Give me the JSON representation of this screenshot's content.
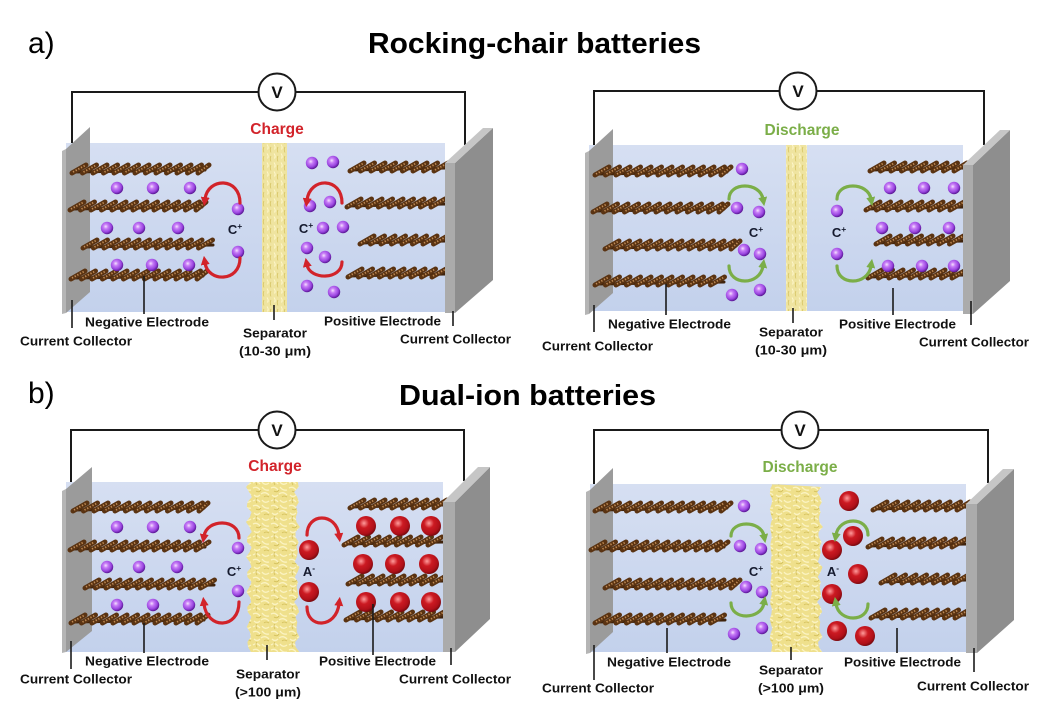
{
  "figure": {
    "colors": {
      "charge": "#d2232a",
      "discharge": "#7bae48",
      "cation": "#9a45e0",
      "anion": "#cc1a22",
      "electrolyte": "#cdd9f0",
      "separator": "#efe3a0",
      "electrode": "#5a3312",
      "current_collector": "#9b9b9b"
    },
    "sections": [
      {
        "label": "a)",
        "title": "Rocking-chair batteries",
        "cells": [
          {
            "process": "Charge",
            "process_color": "#d2232a",
            "meter": "V",
            "labels": {
              "current_collector_left": "Current Collector",
              "negative_electrode": "Negative Electrode",
              "separator": "Separator",
              "separator_thickness": "(10-30 μm)",
              "positive_electrode": "Positive Electrode",
              "current_collector_right": "Current Collector"
            },
            "ion_labels": [
              {
                "symbol": "C",
                "charge": "+"
              },
              {
                "symbol": "C",
                "charge": "+"
              }
            ]
          },
          {
            "process": "Discharge",
            "process_color": "#7bae48",
            "meter": "V",
            "labels": {
              "current_collector_left": "Current Collector",
              "negative_electrode": "Negative Electrode",
              "separator": "Separator",
              "separator_thickness": "(10-30 μm)",
              "positive_electrode": "Positive Electrode",
              "current_collector_right": "Current Collector"
            },
            "ion_labels": [
              {
                "symbol": "C",
                "charge": "+"
              },
              {
                "symbol": "C",
                "charge": "+"
              }
            ]
          }
        ]
      },
      {
        "label": "b)",
        "title": "Dual-ion batteries",
        "cells": [
          {
            "process": "Charge",
            "process_color": "#d2232a",
            "meter": "V",
            "labels": {
              "current_collector_left": "Current Collector",
              "negative_electrode": "Negative Electrode",
              "separator": "Separator",
              "separator_thickness": "(>100 μm)",
              "positive_electrode": "Positive Electrode",
              "current_collector_right": "Current Collector"
            },
            "ion_labels": [
              {
                "symbol": "C",
                "charge": "+"
              },
              {
                "symbol": "A",
                "charge": "-"
              }
            ]
          },
          {
            "process": "Discharge",
            "process_color": "#7bae48",
            "meter": "V",
            "labels": {
              "current_collector_left": "Current Collector",
              "negative_electrode": "Negative Electrode",
              "separator": "Separator",
              "separator_thickness": "(>100 μm)",
              "positive_electrode": "Positive Electrode",
              "current_collector_right": "Current Collector"
            },
            "ion_labels": [
              {
                "symbol": "C",
                "charge": "+"
              },
              {
                "symbol": "A",
                "charge": "-"
              }
            ]
          }
        ]
      }
    ]
  }
}
